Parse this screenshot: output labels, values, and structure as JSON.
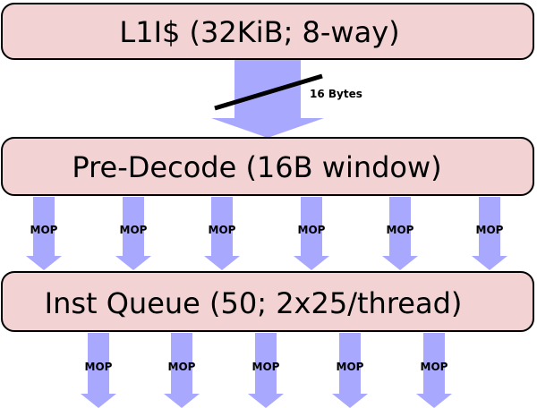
{
  "stages": [
    {
      "id": "l1i",
      "label": "L1I$ (32KiB; 8-way)"
    },
    {
      "id": "predecode",
      "label": "Pre-Decode (16B window)"
    },
    {
      "id": "instqueue",
      "label": "Inst Queue (50; 2x25/thread)"
    }
  ],
  "fetch_bandwidth_label": "16 Bytes",
  "predecode_outputs": [
    "MOP",
    "MOP",
    "MOP",
    "MOP",
    "MOP",
    "MOP"
  ],
  "instqueue_outputs": [
    "MOP",
    "MOP",
    "MOP",
    "MOP",
    "MOP"
  ],
  "colors": {
    "box_fill": "#f2d2d2",
    "box_stroke": "#000000",
    "arrow_fill": "#a8a8ff"
  }
}
